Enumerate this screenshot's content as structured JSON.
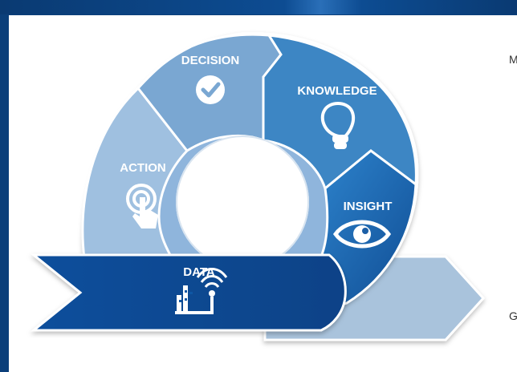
{
  "stages": {
    "decision": "DECISION",
    "knowledge": "KNOWLEDGE",
    "insight": "INSIGHT",
    "action": "ACTION",
    "data": "DATA"
  },
  "edge_text": {
    "right_top": "M",
    "right_bottom": "G"
  },
  "colors": {
    "frame": "#0b3f7a",
    "decision": "#7aa7d2",
    "knowledge": "#3d86c4",
    "insight": "#1c5fa6",
    "action": "#9fc0e0",
    "data": "#0e56a3",
    "arrow_tail": "#a9c3dc"
  },
  "icons": [
    "checkmark-circle-icon",
    "lightbulb-icon",
    "eye-icon",
    "touch-target-icon",
    "data-wireless-icon"
  ]
}
